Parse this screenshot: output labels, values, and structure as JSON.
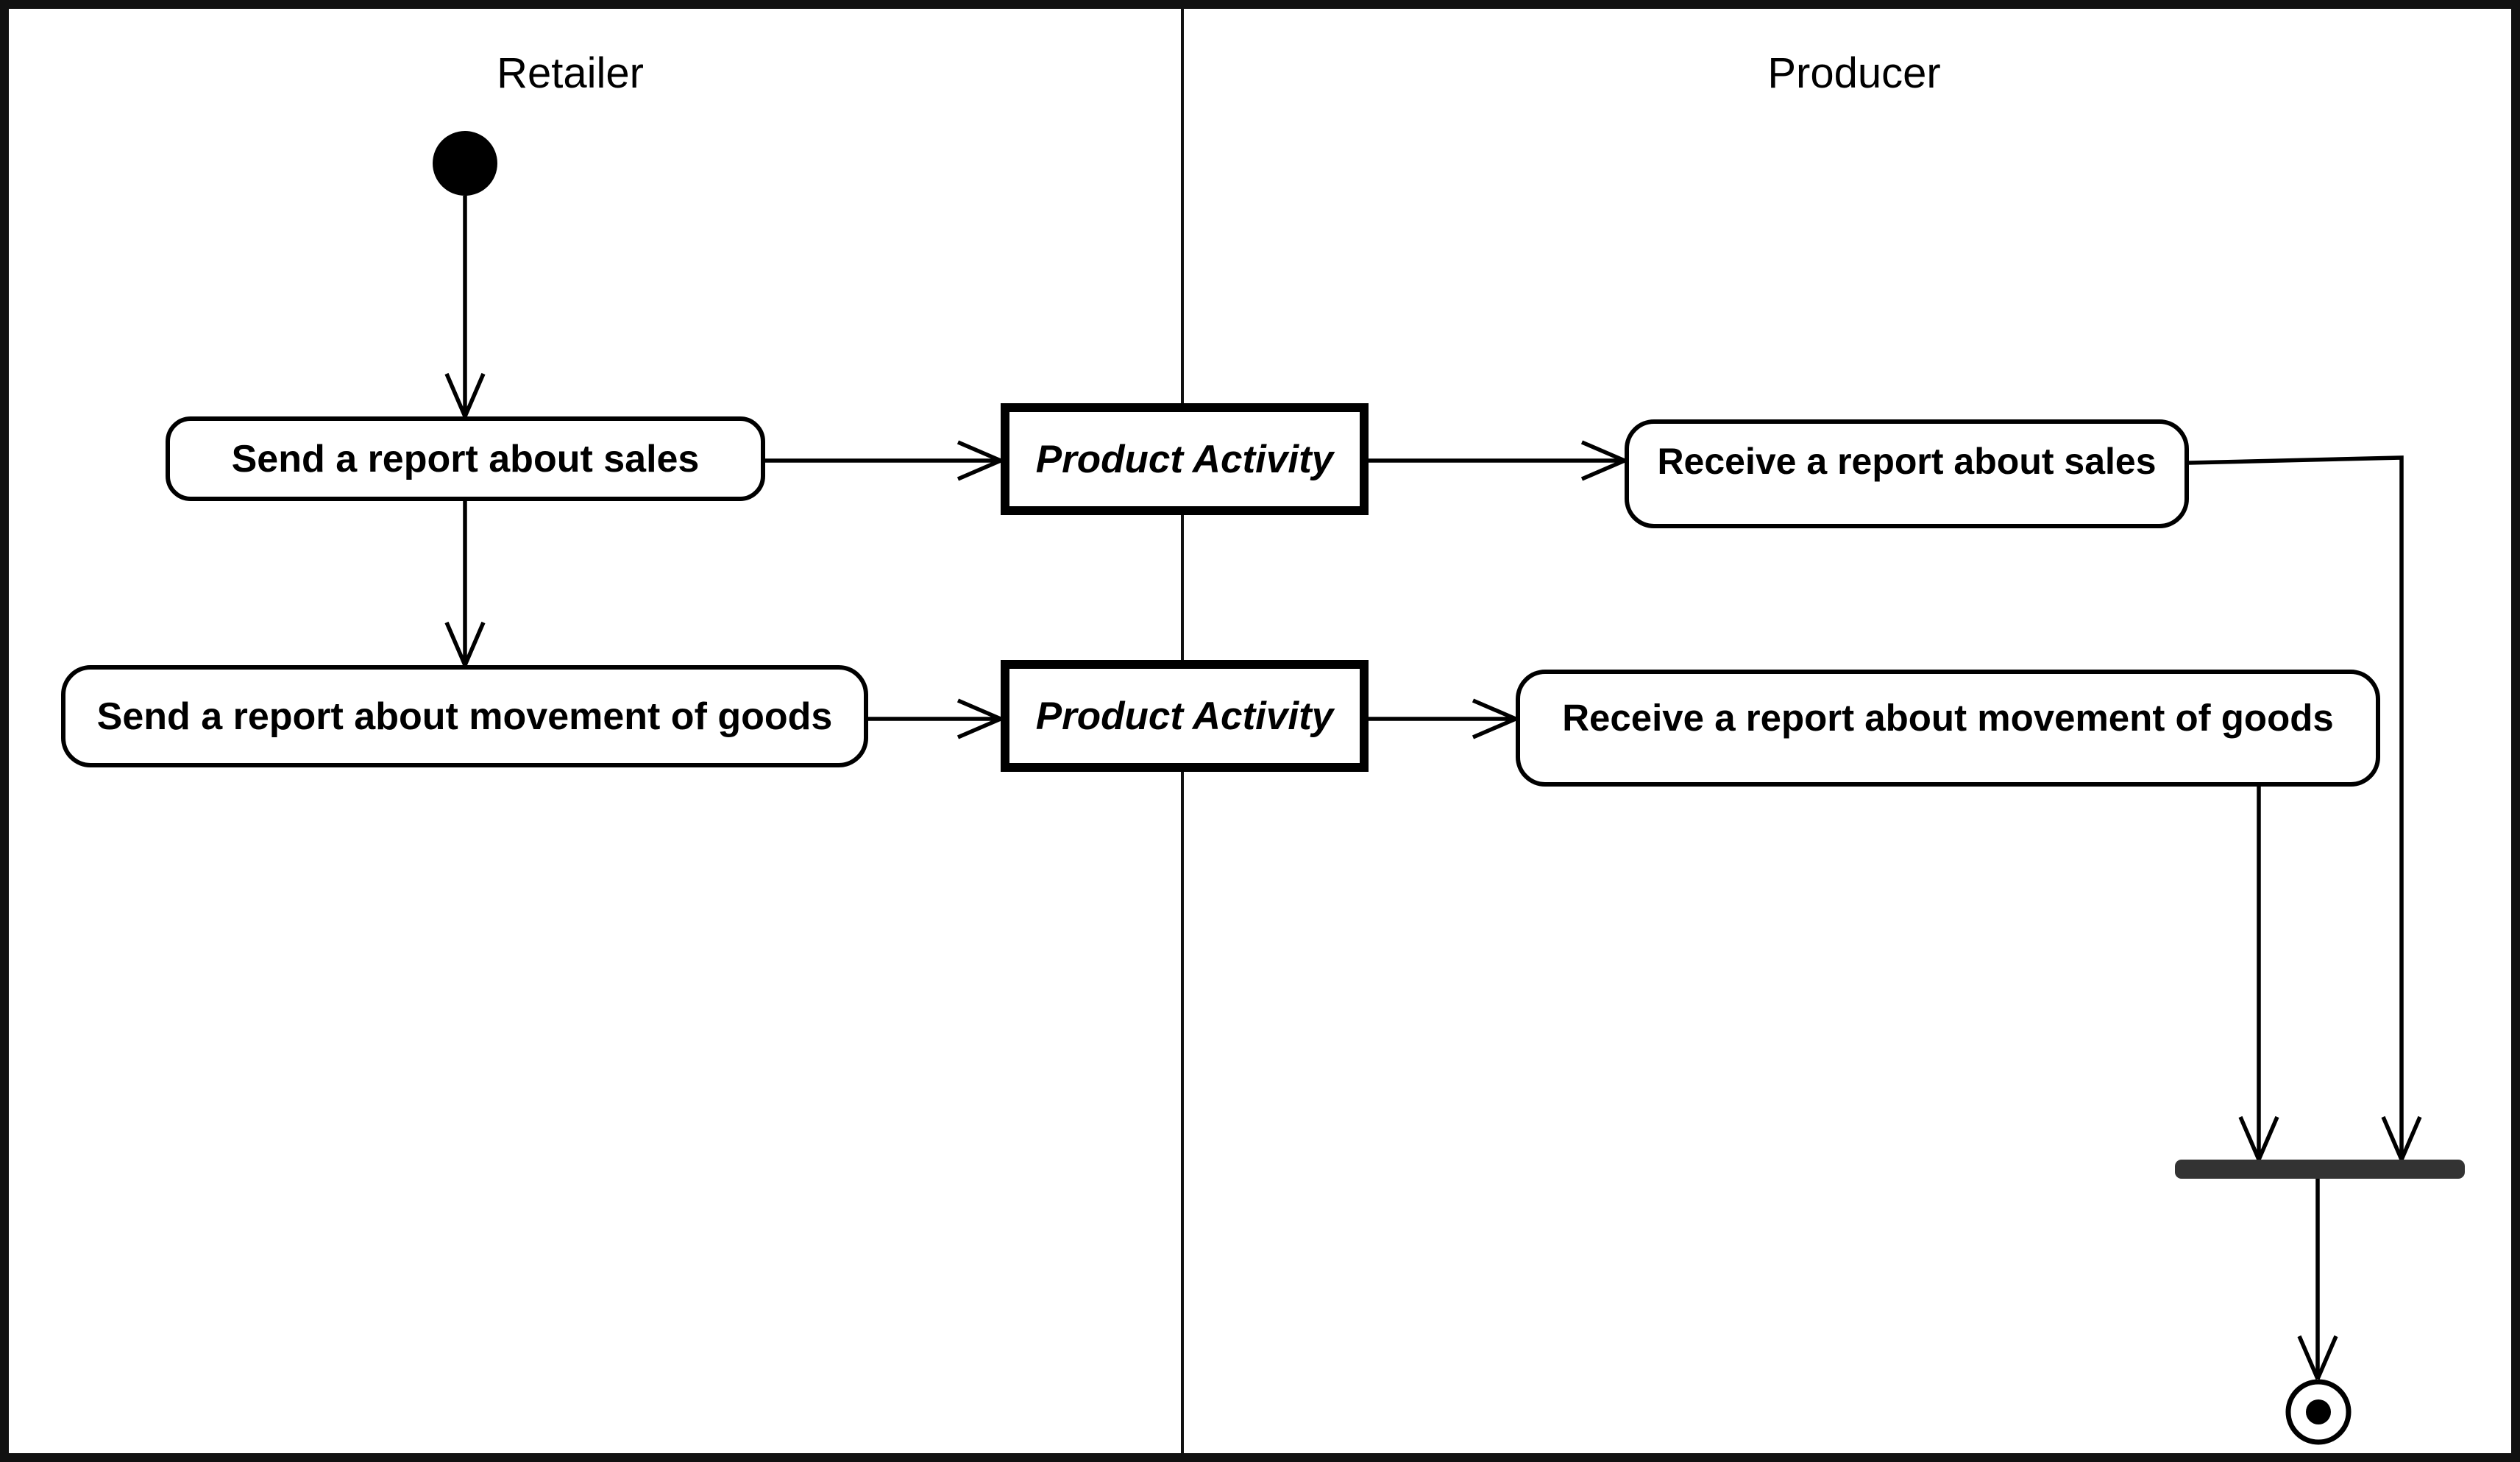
{
  "lanes": [
    {
      "title": "Retailer"
    },
    {
      "title": "Producer"
    }
  ],
  "nodes": {
    "send_sales": {
      "label": "Send a report about sales"
    },
    "pa_top": {
      "label": "Product Activity"
    },
    "receive_sales": {
      "label": "Receive a report about sales"
    },
    "send_goods": {
      "label": "Send a report about movement of goods"
    },
    "pa_bottom": {
      "label": "Product Activity"
    },
    "receive_goods": {
      "label": "Receive a report about movement of goods"
    }
  },
  "symbols": {
    "initial_node": "filled-circle",
    "join_bar": "horizontal-synchronization-bar",
    "final_node": "bullseye-circle"
  },
  "colors": {
    "background": "#ffffff",
    "line": "#000000",
    "join_bar": "#333333",
    "border": "#111111"
  }
}
